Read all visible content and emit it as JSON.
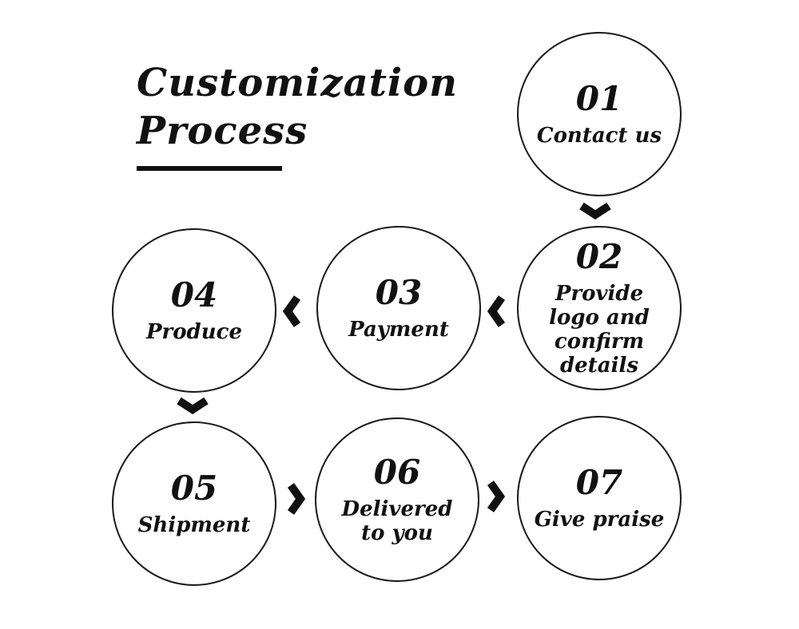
{
  "title": {
    "line1": "Customization",
    "line2": "Process"
  },
  "colors": {
    "background": "#ffffff",
    "ink": "#111111",
    "circle_border": "#1a1a1a"
  },
  "steps": [
    {
      "number": "01",
      "label": "Contact us"
    },
    {
      "number": "02",
      "label": "Provide logo and confirm details"
    },
    {
      "number": "03",
      "label": "Payment"
    },
    {
      "number": "04",
      "label": "Produce"
    },
    {
      "number": "05",
      "label": "Shipment"
    },
    {
      "number": "06",
      "label": "Delivered to you"
    },
    {
      "number": "07",
      "label": "Give praise"
    }
  ],
  "arrows": [
    {
      "icon": "chevron-down-icon",
      "from": "01",
      "to": "02"
    },
    {
      "icon": "chevron-left-icon",
      "from": "02",
      "to": "03"
    },
    {
      "icon": "chevron-left-icon",
      "from": "03",
      "to": "04"
    },
    {
      "icon": "chevron-down-icon",
      "from": "04",
      "to": "05"
    },
    {
      "icon": "chevron-right-icon",
      "from": "05",
      "to": "06"
    },
    {
      "icon": "chevron-right-icon",
      "from": "06",
      "to": "07"
    }
  ]
}
